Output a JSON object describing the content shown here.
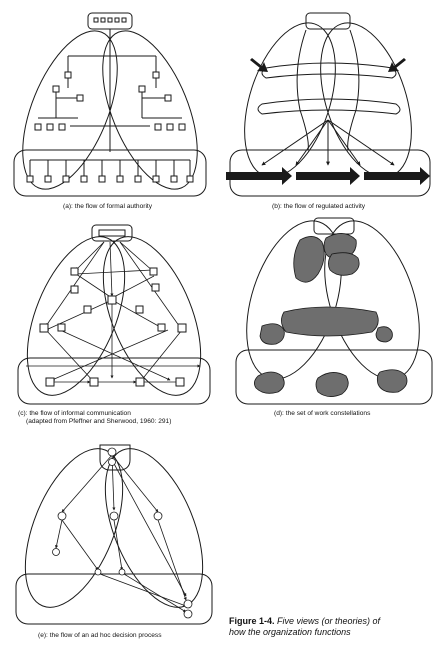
{
  "figure": {
    "label": "Figure 1-4.",
    "description_line1": "Five views (or theories) of",
    "description_line2": "how the organization functions"
  },
  "panels": {
    "a": {
      "caption": "(a):  the flow of formal authority"
    },
    "b": {
      "caption": "(b):  the flow of regulated activity"
    },
    "c": {
      "caption": "(c):  the flow of informal communication",
      "caption_line2": "(adapted from Pfeffner and Sherwood, 1960:  291)"
    },
    "d": {
      "caption": "(d):  the set of work constellations"
    },
    "e": {
      "caption": "(e):  the flow of an ad hoc decision process"
    }
  },
  "colors": {
    "ink": "#1a1a1a",
    "shade": "#6e6e6e",
    "paper": "#ffffff"
  }
}
